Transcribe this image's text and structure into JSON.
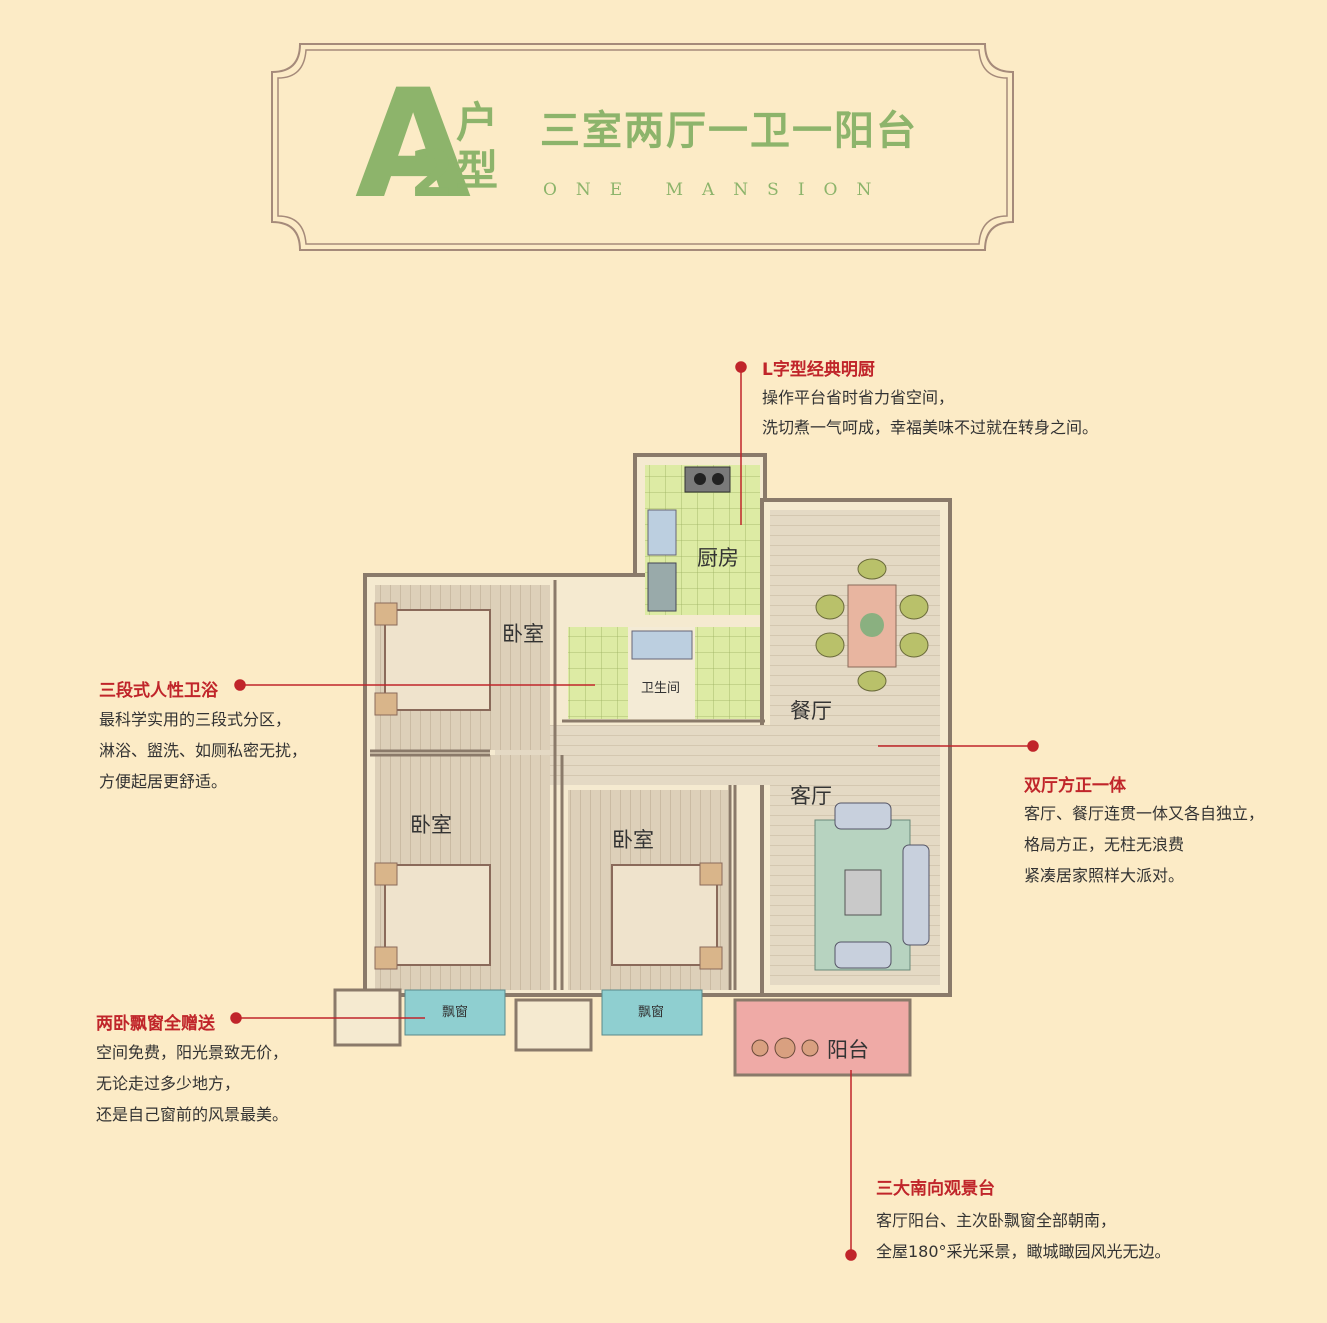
{
  "header": {
    "letter": "A",
    "number": "2",
    "hu": "户",
    "xing": "型",
    "headline": "三室两厅一卫一阳台",
    "subhead": "ONE MANSION"
  },
  "rooms": {
    "kitchen": "厨房",
    "bedroom_1": "卧室",
    "bedroom_2": "卧室",
    "bedroom_3": "卧室",
    "bathroom": "卫生间",
    "dining": "餐厅",
    "living": "客厅",
    "balcony": "阳台",
    "bay_window_1": "飘窗",
    "bay_window_2": "飘窗"
  },
  "annotations": {
    "kitchen": {
      "title": "L字型经典明厨",
      "lines": [
        "操作平台省时省力省空间，",
        "洗切煮一气呵成，幸福美味不过就在转身之间。"
      ]
    },
    "bathroom": {
      "title": "三段式人性卫浴",
      "lines": [
        "最科学实用的三段式分区，",
        "淋浴、盥洗、如厕私密无扰，",
        "方便起居更舒适。"
      ]
    },
    "halls": {
      "title": "双厅方正一体",
      "lines": [
        "客厅、餐厅连贯一体又各自独立，",
        "格局方正，无柱无浪费",
        "紧凑居家照样大派对。"
      ]
    },
    "bay": {
      "title": "两卧飘窗全赠送",
      "lines": [
        "空间免费，阳光景致无价，",
        "无论走过多少地方，",
        "还是自己窗前的风景最美。"
      ]
    },
    "balcony": {
      "title": "三大南向观景台",
      "lines": [
        "客厅阳台、主次卧飘窗全部朝南，",
        "全屋180°采光采景，瞰城瞰园风光无边。"
      ]
    }
  },
  "colors": {
    "background": "#fcebc6",
    "accent_green": "#8db46b",
    "accent_red": "#c0252a",
    "frame": "#a58a7a"
  }
}
